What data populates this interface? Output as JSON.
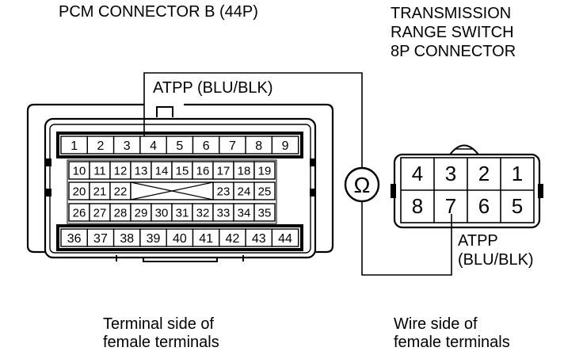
{
  "pcm": {
    "title": "PCM CONNECTOR B (44P)",
    "wire_label": "ATPP (BLU/BLK)",
    "caption_line1": "Terminal side of",
    "caption_line2": "female terminals",
    "pins": [
      "1",
      "2",
      "3",
      "4",
      "5",
      "6",
      "7",
      "8",
      "9",
      "10",
      "11",
      "12",
      "13",
      "14",
      "15",
      "16",
      "17",
      "18",
      "19",
      "20",
      "21",
      "22",
      "23",
      "24",
      "25",
      "26",
      "27",
      "28",
      "29",
      "30",
      "31",
      "32",
      "33",
      "34",
      "35",
      "36",
      "37",
      "38",
      "39",
      "40",
      "41",
      "42",
      "43",
      "44"
    ]
  },
  "switch": {
    "title_line1": "TRANSMISSION",
    "title_line2": "RANGE SWITCH",
    "title_line3": "8P CONNECTOR",
    "wire_label_line1": "ATPP",
    "wire_label_line2": "(BLU/BLK)",
    "caption_line1": "Wire side of",
    "caption_line2": "female terminals",
    "pins": [
      "1",
      "2",
      "3",
      "4",
      "5",
      "6",
      "7",
      "8"
    ]
  },
  "meter": {
    "symbol": "Ω"
  }
}
